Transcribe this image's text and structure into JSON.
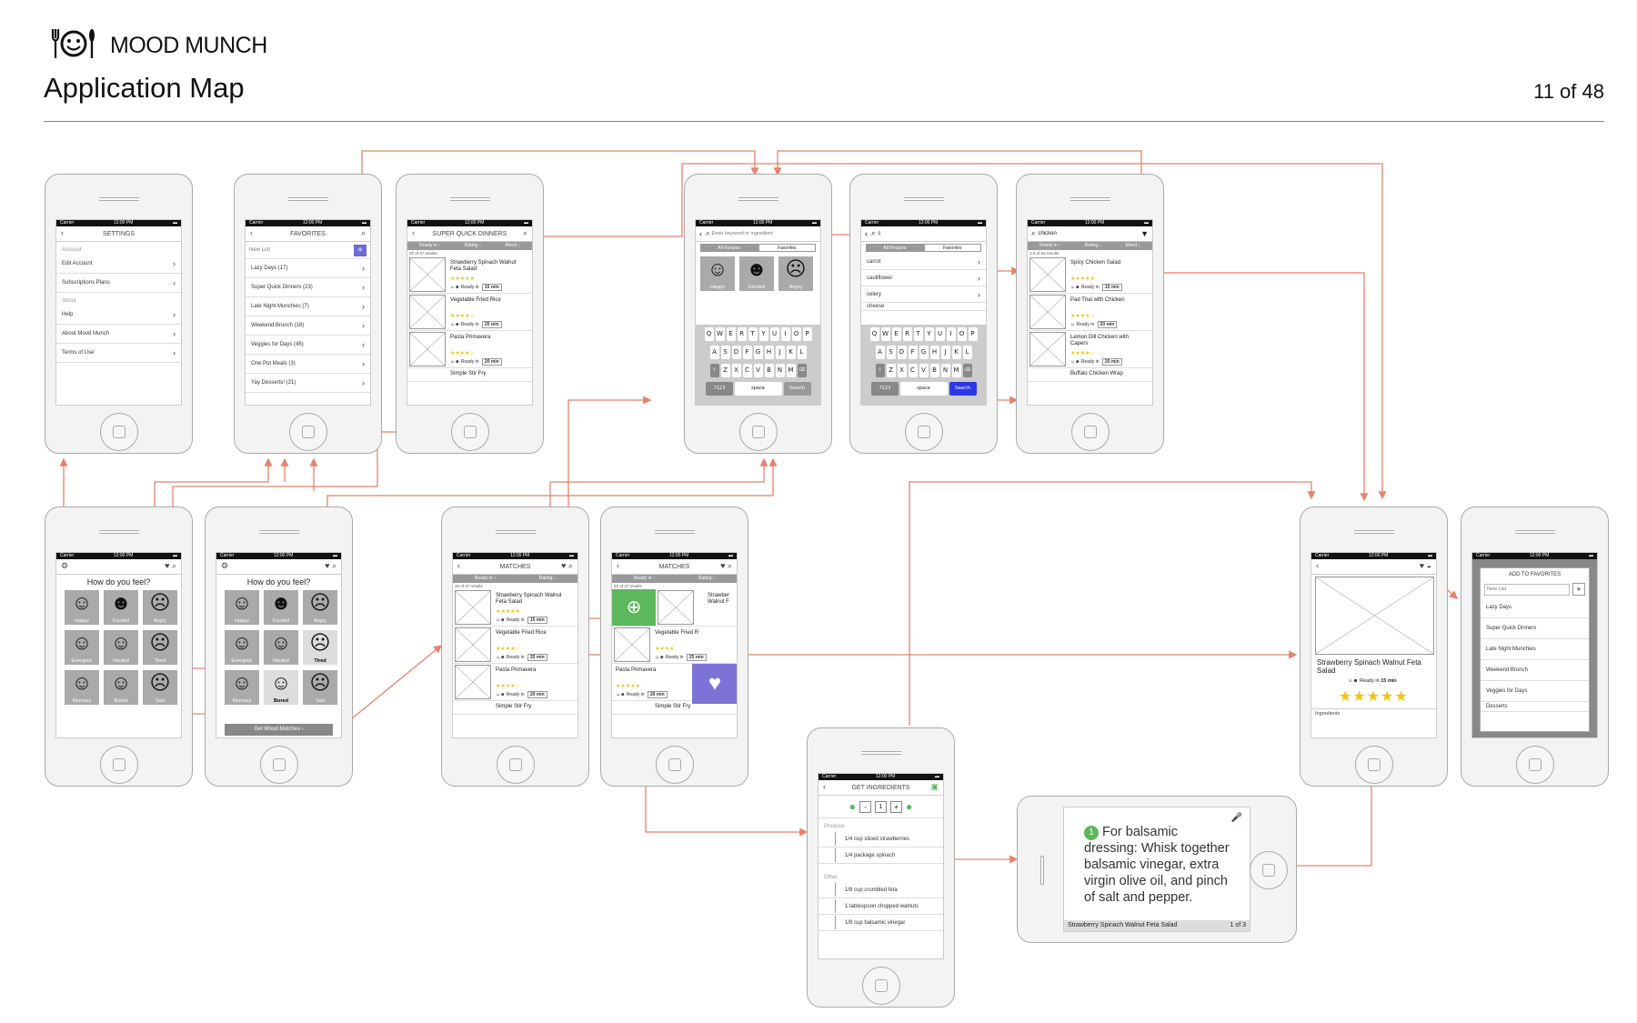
{
  "header": {
    "brand": "MOOD MUNCH",
    "title": "Application Map",
    "page": "11 of 48"
  },
  "status": {
    "carrier": "Carrier",
    "time": "12:00 PM"
  },
  "settings": {
    "title": "SETTINGS",
    "account_header": "Account",
    "account_items": [
      "Edit Account",
      "Subscriptions Plans"
    ],
    "about_header": "About",
    "about_items": [
      "Help",
      "About Mood Munch",
      "Terms of Use"
    ]
  },
  "favorites": {
    "title": "FAVORITES",
    "new_list_placeholder": "New List",
    "lists": [
      "Lazy Days (17)",
      "Super Quick Dinners (23)",
      "Late Night Munchies (7)",
      "Weekend Brunch (18)",
      "Veggies for Days (45)",
      "One Pot Meals (3)",
      "Yay Desserts! (21)"
    ]
  },
  "sqd": {
    "title": "SUPER QUICK DINNERS",
    "sort": [
      "Ready in ↑",
      "Rating ↓",
      "Mood ↓"
    ],
    "count": "20 of 47 results",
    "recipes": [
      {
        "name": "Strawberry Spinach Walnut Feta Salad",
        "time": "15 min"
      },
      {
        "name": "Vegetable Fried Rice",
        "time": "25 min"
      },
      {
        "name": "Pasta Primavera",
        "time": "20 min"
      }
    ],
    "last": "Simple Stir Fry"
  },
  "search": {
    "placeholder": "Enter keyword or ingredient",
    "tabs": [
      "All Recipes",
      "Favorites"
    ],
    "moods": [
      "Happy",
      "Excited",
      "Angry"
    ],
    "key_rows": [
      [
        "Q",
        "W",
        "E",
        "R",
        "T",
        "Y",
        "U",
        "I",
        "O",
        "P"
      ],
      [
        "A",
        "S",
        "D",
        "F",
        "G",
        "H",
        "J",
        "K",
        "L"
      ],
      [
        "⇧",
        "Z",
        "X",
        "C",
        "V",
        "B",
        "N",
        "M",
        "⌫"
      ]
    ],
    "key_num": ".?123",
    "key_space": "space",
    "key_search": "Search"
  },
  "suggest": {
    "query": "c",
    "items": [
      "carrot",
      "cauliflower",
      "celery",
      "cheese"
    ]
  },
  "chicken": {
    "query": "chicken",
    "sort": [
      "Ready in ↑",
      "Rating ↓",
      "Mood ↑"
    ],
    "count": "1-4 of 52 results",
    "recipes": [
      {
        "name": "Spicy Chicken Salad",
        "time": "15 min"
      },
      {
        "name": "Pad Thai with Chicken",
        "time": "20 min"
      },
      {
        "name": "Lemon Dill Chicken with Capers",
        "time": "20 min"
      }
    ],
    "last": "Buffalo Chicken Wrap"
  },
  "home": {
    "question": "How do you feel?",
    "moods": [
      {
        "name": "Happy",
        "face": "☺"
      },
      {
        "name": "Excited",
        "face": "☻"
      },
      {
        "name": "Angry",
        "face": "☹"
      },
      {
        "name": "Energetic",
        "face": "☺"
      },
      {
        "name": "Neutral",
        "face": "☺"
      },
      {
        "name": "Tired",
        "face": "☹"
      },
      {
        "name": "Nervous",
        "face": "☺"
      },
      {
        "name": "Bored",
        "face": "☺"
      },
      {
        "name": "Sad",
        "face": "☹"
      }
    ],
    "cta": "Get Mood Matches"
  },
  "matches": {
    "title": "MATCHES",
    "sort": [
      "Ready in ↑",
      "Rating ↓"
    ],
    "count": "20 of 47 results",
    "recipes": [
      {
        "name": "Strawberry Spinach Walnut Feta Salad",
        "time": "15 min"
      },
      {
        "name": "Vegetable Fried Rice",
        "time": "25 min"
      },
      {
        "name": "Pasta Primavera",
        "time": "20 min"
      }
    ],
    "last": "Simple Stir Fry",
    "swipe_names": [
      "Strawber Walnut F",
      "Vegetable Fried R",
      "Pasta Primavera"
    ]
  },
  "ingredients": {
    "title": "GET INGREDIENTS",
    "servings": "1",
    "produce_header": "Produce",
    "produce": [
      "1/4 cup sliced strawberries",
      "1/4 package spinach"
    ],
    "other_header": "Other",
    "other": [
      "1/8 cup crumbled feta",
      "1 tablespoon chopped walnuts",
      "1/8 cup balsamic vinegar"
    ]
  },
  "step": {
    "number": "1",
    "text": "For balsamic dressing: Whisk together balsamic vinegar, extra virgin olive oil, and pinch of salt and pepper.",
    "recipe": "Strawberry Spinach Walnut Feta Salad",
    "progress": "1 of 3"
  },
  "detail": {
    "name": "Strawberry Spinach Walnut Feta Salad",
    "ready_label": "Ready in",
    "time": "15 min",
    "rating": 5,
    "section": "Ingredients"
  },
  "addfav": {
    "title": "ADD TO FAVORITES",
    "placeholder": "New List",
    "lists": [
      "Lazy Days",
      "Super Quick Dinners",
      "Late Night Munchies",
      "Weekend Brunch",
      "Veggies for Days",
      "Desserts"
    ]
  },
  "colors": {
    "connector": "#e8826b",
    "highlight_green": "#5cb85c",
    "highlight_purple": "#7b73d6",
    "search_blue": "#2a36e8"
  }
}
